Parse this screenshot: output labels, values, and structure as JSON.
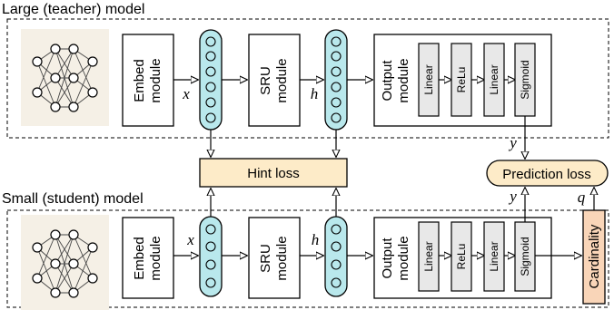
{
  "teacher": {
    "title": "Large (teacher) model",
    "embed_label": [
      "Embed",
      "module"
    ],
    "x_label": "x",
    "sru_label": [
      "SRU",
      "module"
    ],
    "h_label": "h",
    "output_label": [
      "Output",
      "module"
    ],
    "layers": [
      "Linear",
      "ReLu",
      "Linear",
      "Sigmoid"
    ],
    "y_label": "y"
  },
  "student": {
    "title": "Small (student) model",
    "embed_label": [
      "Embed",
      "module"
    ],
    "x_label": "x",
    "sru_label": [
      "SRU",
      "module"
    ],
    "h_label": "h",
    "output_label": [
      "Output",
      "module"
    ],
    "layers": [
      "Linear",
      "ReLu",
      "Linear",
      "Sigmoid"
    ],
    "y_label": "y",
    "q_label": "q"
  },
  "hint_loss": "Hint loss",
  "prediction_loss": "Prediction loss",
  "cardinality": "Cardinality",
  "colors": {
    "vector_fill": "#b9e8ec",
    "loss_fill": "#fdebc8",
    "layer_fill": "#e8e8e8",
    "cardinality_fill": "#f9d5b8",
    "nn_bg": "#f5f0e6"
  }
}
